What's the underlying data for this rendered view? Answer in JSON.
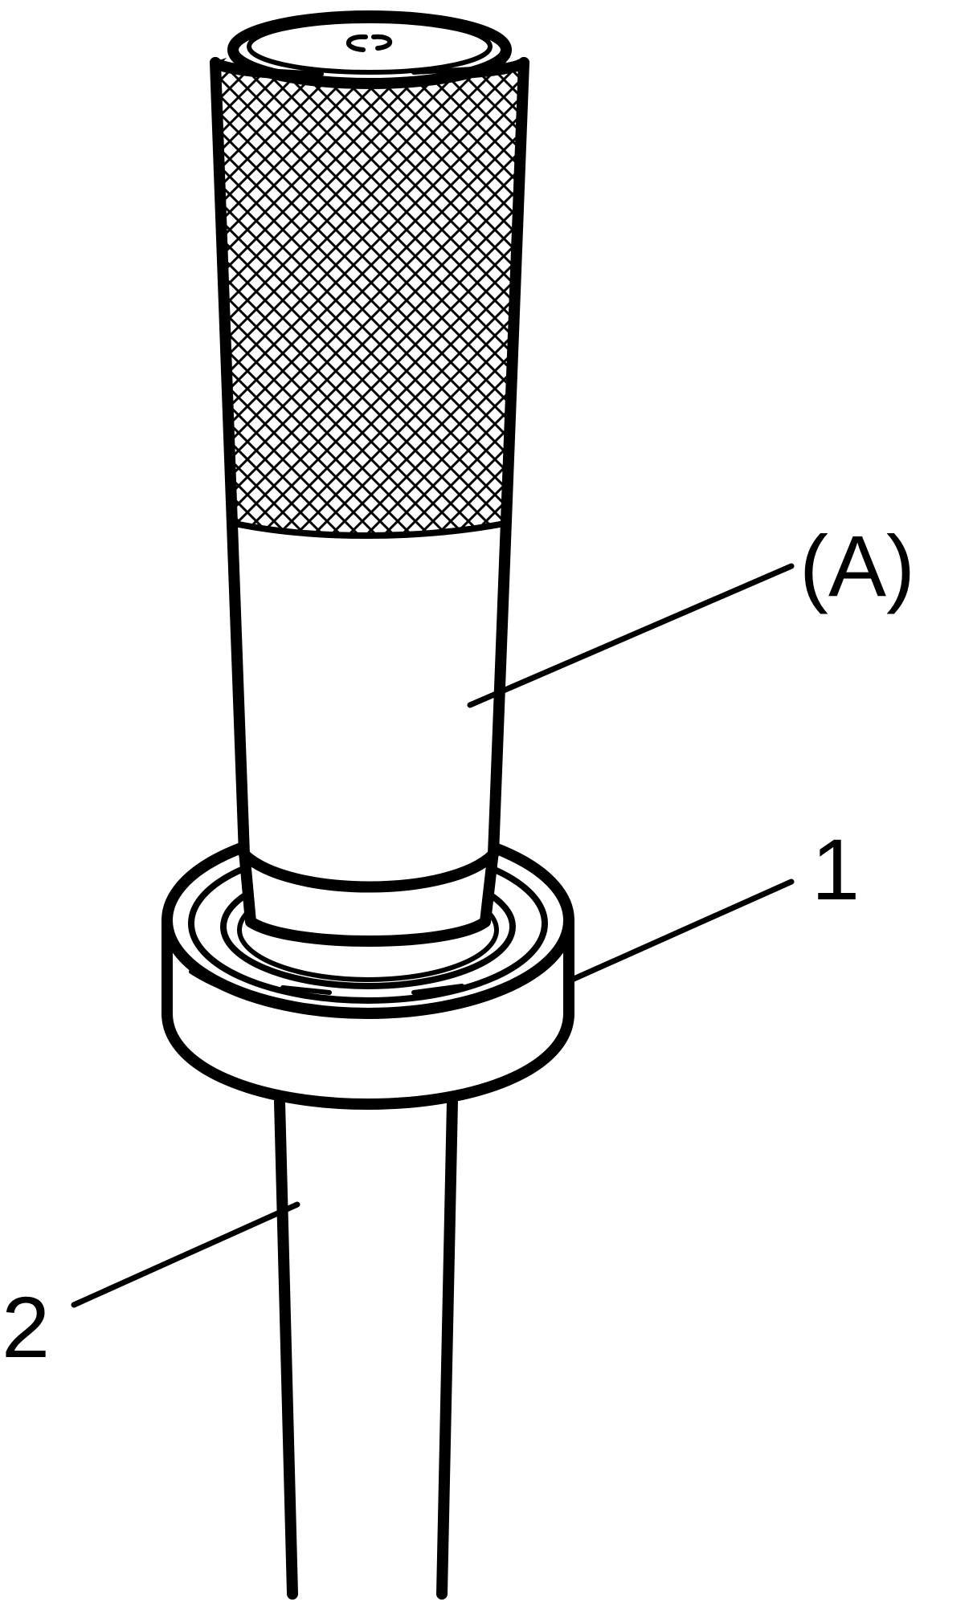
{
  "callouts": {
    "tool": {
      "label": "(A)"
    },
    "part1": {
      "label": "1"
    },
    "part2": {
      "label": "2"
    }
  },
  "colors": {
    "line": "#000000",
    "background": "#ffffff"
  }
}
